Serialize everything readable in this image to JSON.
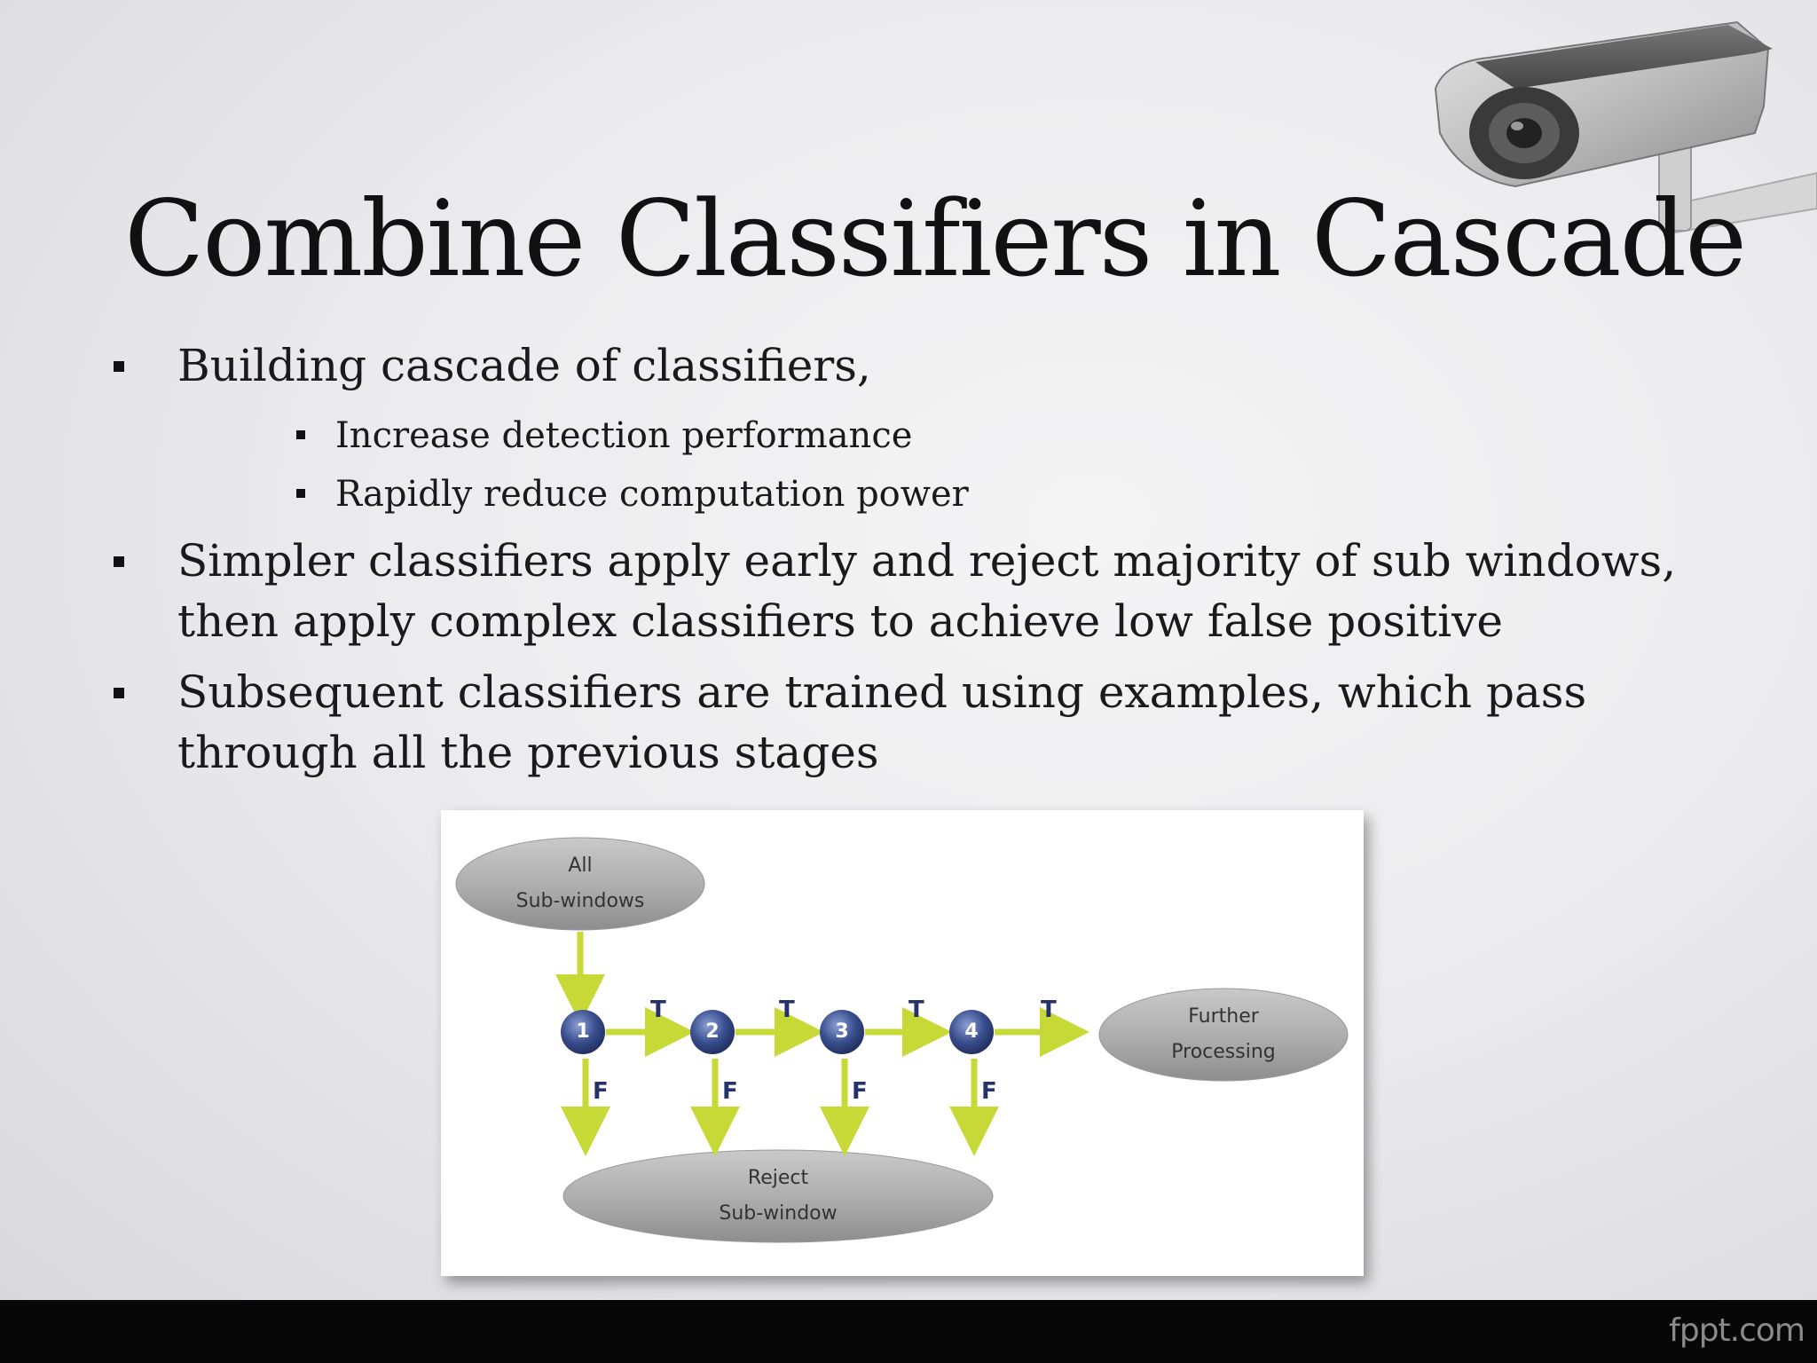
{
  "slide": {
    "title": "Combine Classifiers in Cascade",
    "bullets": [
      {
        "text": "Building cascade of classifiers,",
        "sub": [
          "Increase detection performance",
          "Rapidly reduce computation power"
        ]
      },
      {
        "text": "Simpler classifiers apply early and reject majority of sub windows, then apply complex classifiers to achieve low false positive",
        "sub": []
      },
      {
        "text": "Subsequent classifiers are trained using examples, which pass through all the previous stages",
        "sub": []
      }
    ]
  },
  "diagram": {
    "start": {
      "line1": "All",
      "line2": "Sub-windows"
    },
    "stages": [
      "1",
      "2",
      "3",
      "4"
    ],
    "true_label": "T",
    "false_label": "F",
    "accept": {
      "line1": "Further",
      "line2": "Processing"
    },
    "reject": {
      "line1": "Reject",
      "line2": "Sub-window"
    },
    "colors": {
      "arrow": "#c6d936",
      "node": "#3a4f8f",
      "ellipse": "#a9a9a9"
    }
  },
  "footer": {
    "brand": "fppt.com"
  },
  "decoration": {
    "icon": "security-camera-icon"
  }
}
